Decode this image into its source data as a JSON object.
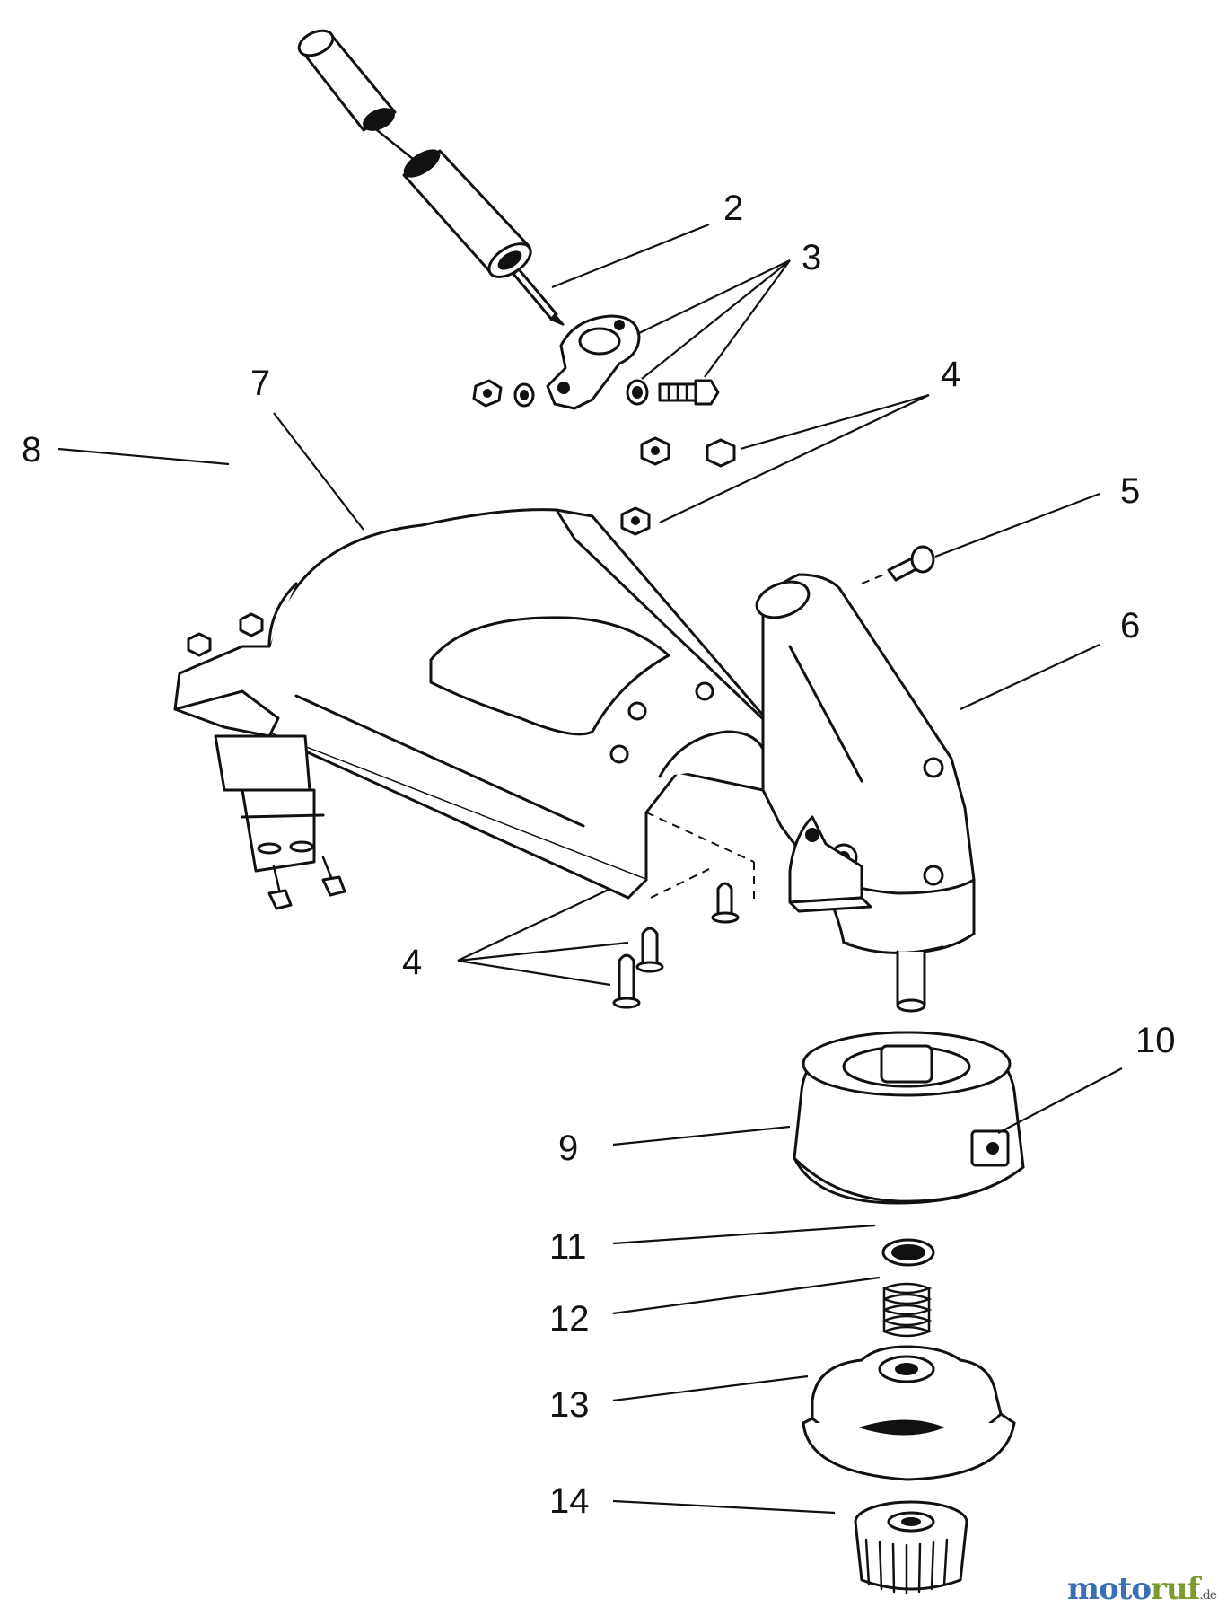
{
  "callouts": [
    {
      "id": "c2",
      "label": "2"
    },
    {
      "id": "c3",
      "label": "3"
    },
    {
      "id": "c4a",
      "label": "4"
    },
    {
      "id": "c4b",
      "label": "4"
    },
    {
      "id": "c5",
      "label": "5"
    },
    {
      "id": "c6",
      "label": "6"
    },
    {
      "id": "c7",
      "label": "7"
    },
    {
      "id": "c8",
      "label": "8"
    },
    {
      "id": "c9",
      "label": "9"
    },
    {
      "id": "c10",
      "label": "10"
    },
    {
      "id": "c11",
      "label": "11"
    },
    {
      "id": "c12",
      "label": "12"
    },
    {
      "id": "c13",
      "label": "13"
    },
    {
      "id": "c14",
      "label": "14"
    }
  ],
  "watermark": {
    "part_a": "moto",
    "part_b": "ruf",
    "suffix": ".de"
  },
  "colors": {
    "line": "#111111",
    "background": "#ffffff",
    "watermark_blue": "#3b6fb5",
    "watermark_green": "#7a9b2e"
  }
}
